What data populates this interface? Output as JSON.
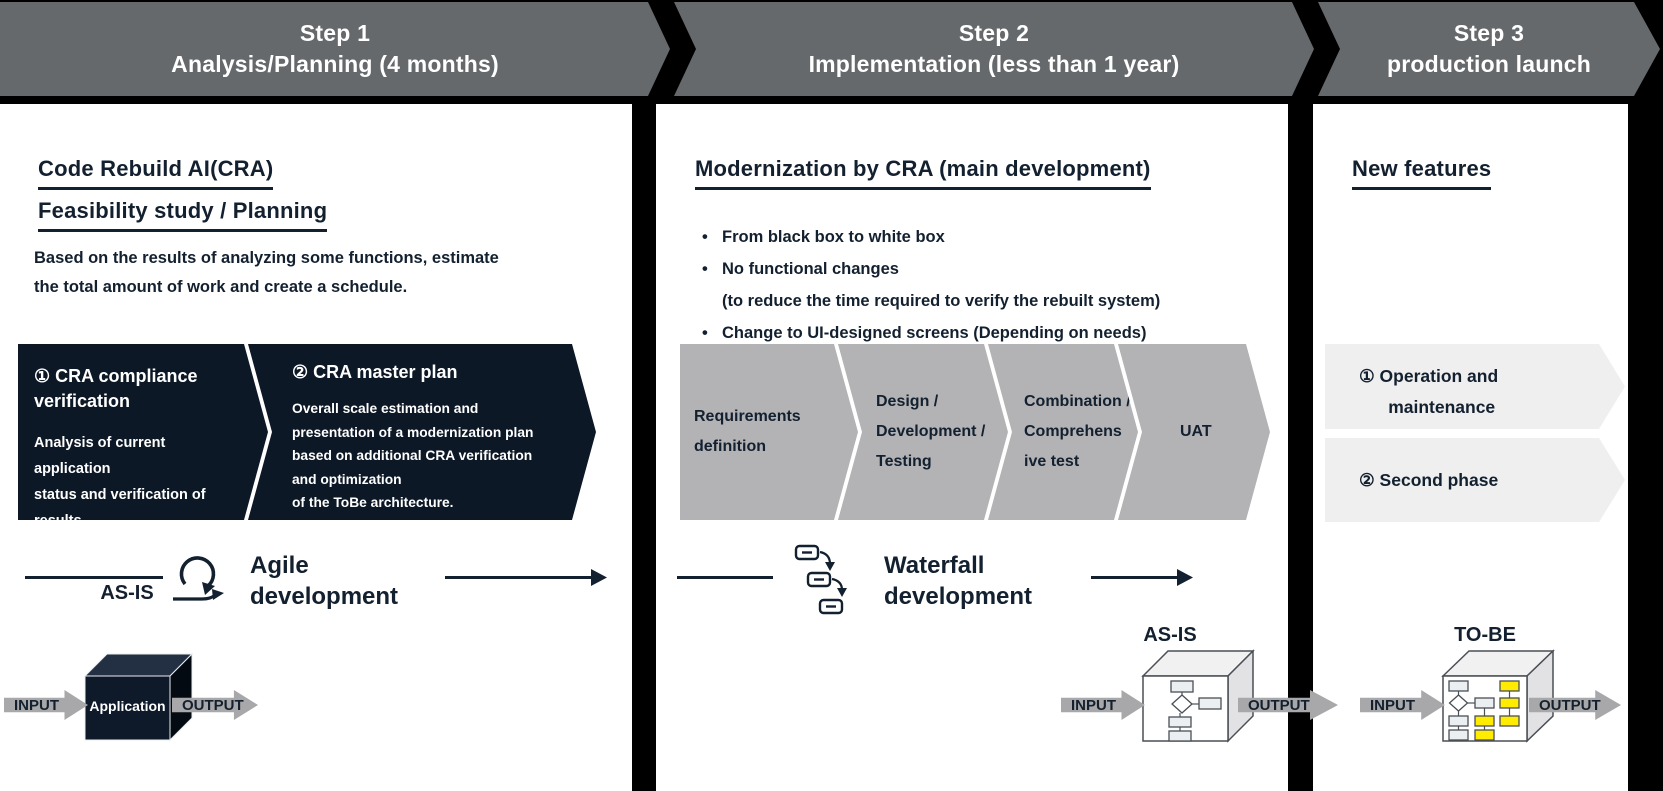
{
  "colors": {
    "header_gray": "#65696c",
    "text_navy": "#13202f",
    "dark_box_navy": "#0d1826",
    "phase_gray": "#b3b3b5",
    "light_gray_arrow_box": "#efefef",
    "io_arrow_gray": "#a8a8aa",
    "highlight_yellow": "#ffec00",
    "panel_bg": "#ffffff",
    "page_bg": "#000000"
  },
  "headers": [
    {
      "title": "Step 1",
      "subtitle": "Analysis/Planning (4 months)"
    },
    {
      "title": "Step 2",
      "subtitle": "Implementation (less than 1 year)"
    },
    {
      "title": "Step 3",
      "subtitle": "production launch"
    }
  ],
  "panel1": {
    "heading1": "Code Rebuild AI(CRA)",
    "heading2": "Feasibility study / Planning",
    "description": "Based on the results of analyzing some functions, estimate\nthe total amount of work and create a schedule.",
    "step1_title": "① CRA compliance\nverification",
    "step1_body": "Analysis of current application\nstatus and verification of\nresults",
    "step2_title": "② CRA master plan",
    "step2_body": "Overall scale estimation and\npresentation of a modernization plan\nbased on additional CRA verification\nand optimization\nof the ToBe architecture.",
    "method": "Agile\ndevelopment",
    "as_is": {
      "label": "AS-IS",
      "box": "Application",
      "input": "INPUT",
      "output": "OUTPUT"
    }
  },
  "panel2": {
    "heading": "Modernization by CRA (main development)",
    "bullets": [
      "From black box to white box",
      "No functional changes",
      "(to reduce the time required to verify the rebuilt system)",
      "Change to UI-designed screens (Depending on needs)"
    ],
    "phases": [
      "Requirements\ndefinition",
      "Design /\nDevelopment /\nTesting",
      "Combination /\nComprehens\nive test",
      "UAT"
    ],
    "method": "Waterfall\ndevelopment",
    "as_is": {
      "label": "AS-IS",
      "input": "INPUT",
      "output": "OUTPUT"
    }
  },
  "panel3": {
    "heading": "New features",
    "item1": "① Operation and\n      maintenance",
    "item2": "② Second phase",
    "to_be": {
      "label": "TO-BE",
      "input": "INPUT",
      "output": "OUTPUT"
    }
  }
}
